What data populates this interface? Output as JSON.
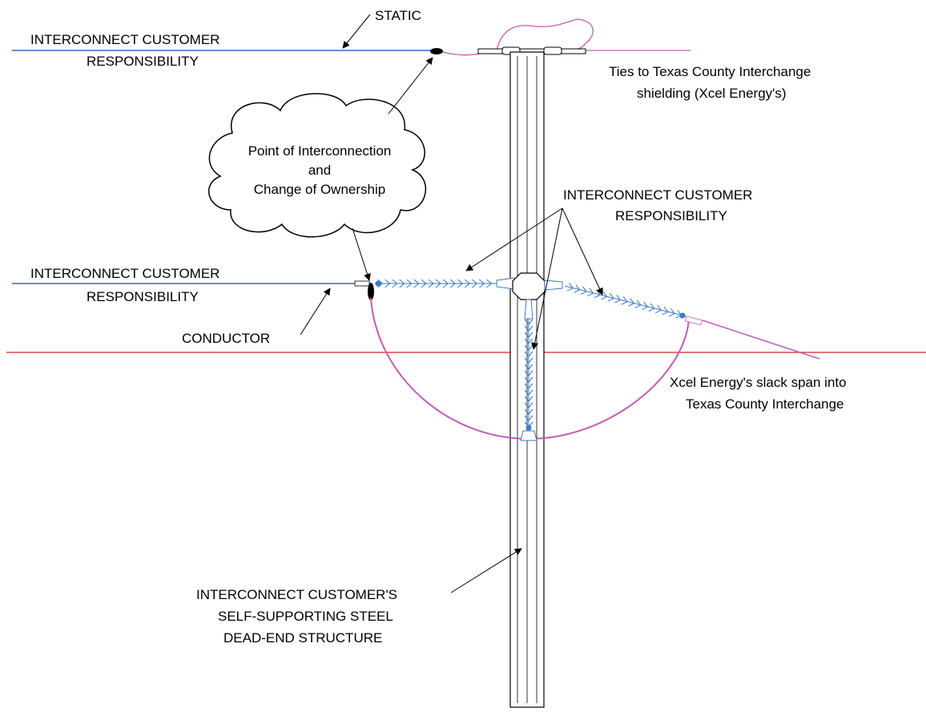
{
  "labels": {
    "static": "STATIC",
    "top_responsibility_line1": "INTERCONNECT CUSTOMER",
    "top_responsibility_line2": "RESPONSIBILITY",
    "ties_line1": "Ties to Texas County Interchange",
    "ties_line2": "shielding (Xcel Energy's)",
    "cloud_line1": "Point of Interconnection",
    "cloud_line2": "and",
    "cloud_line3": "Change of Ownership",
    "mid_responsibility_line1": "INTERCONNECT CUSTOMER",
    "mid_responsibility_line2": "RESPONSIBILITY",
    "left_responsibility_line1": "INTERCONNECT CUSTOMER",
    "left_responsibility_line2": "RESPONSIBILITY",
    "conductor": "CONDUCTOR",
    "slack_line1": "Xcel Energy's slack span into",
    "slack_line2": "Texas County Interchange",
    "structure_line1": "INTERCONNECT CUSTOMER'S",
    "structure_line2": "SELF-SUPPORTING STEEL",
    "structure_line3": "DEAD-END STRUCTURE"
  },
  "colors": {
    "customer_line": "#2f6fbf",
    "xcel_line": "#c45cb4",
    "ground_line": "#d62020",
    "insulator": "#3a78c8",
    "ink": "#000000"
  }
}
